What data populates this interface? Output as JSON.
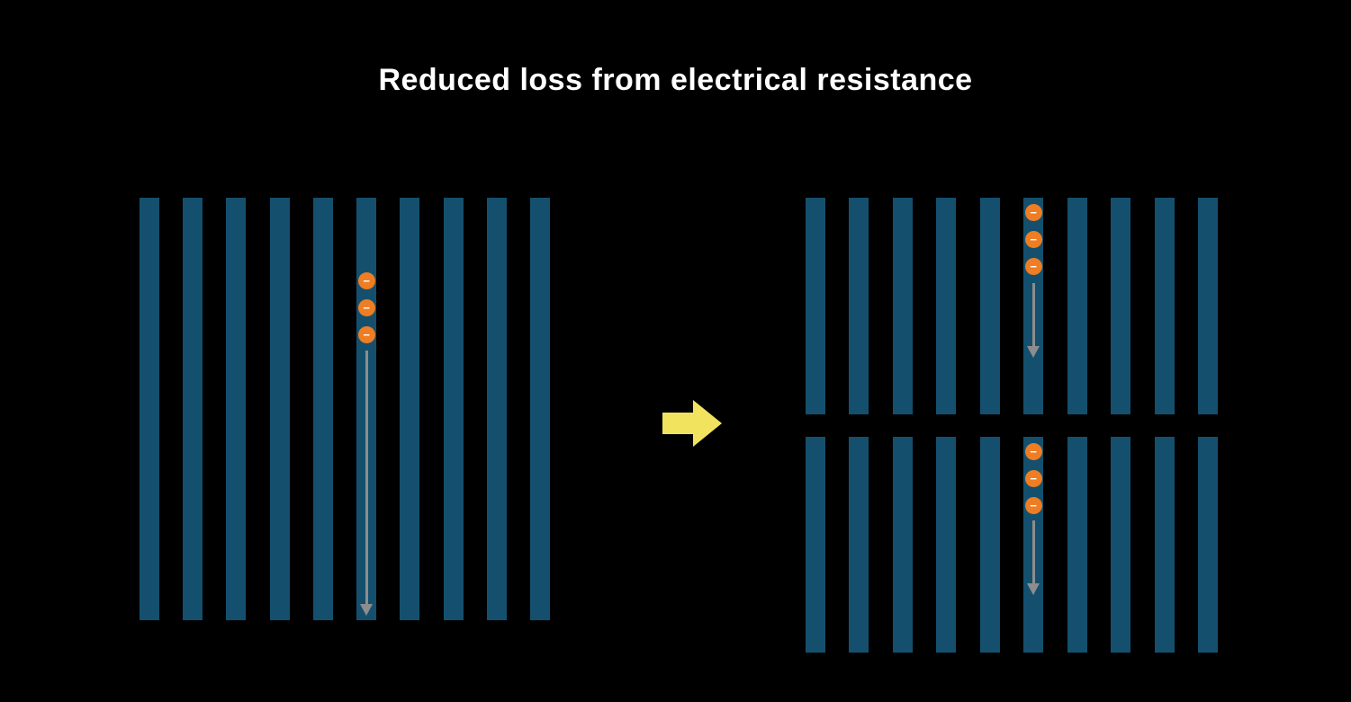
{
  "title": "Reduced loss from electrical resistance",
  "colors": {
    "background": "#000000",
    "title_text": "#ffffff",
    "bar": "#14506e",
    "electron": "#ee7d23",
    "electron_symbol": "#ffffff",
    "flow_arrow": "#8d8d8d",
    "transform_arrow": "#f2e35f"
  },
  "symbols": {
    "minus": "−"
  },
  "panels": {
    "full_cell": {
      "bar_count": 10,
      "electron_count": 3
    },
    "half_cell_top": {
      "bar_count": 10,
      "electron_count": 3
    },
    "half_cell_bottom": {
      "bar_count": 10,
      "electron_count": 3
    }
  }
}
